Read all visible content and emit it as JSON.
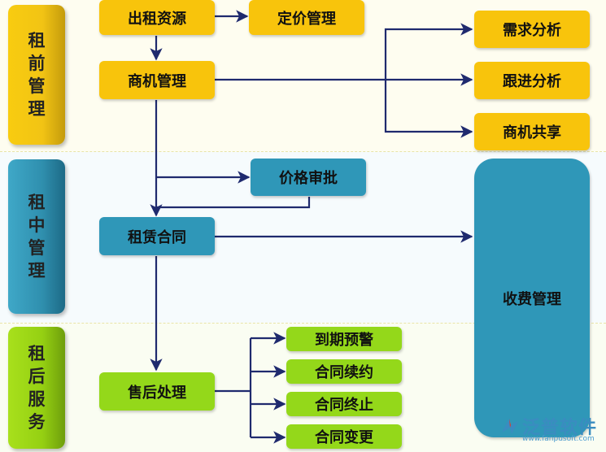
{
  "phases": {
    "pre": "租前管理",
    "mid": "租中管理",
    "post": "租后服务"
  },
  "nodes": {
    "rental_source": "出租资源",
    "pricing_mgmt": "定价管理",
    "opportunity_mgmt": "商机管理",
    "demand_analysis": "需求分析",
    "followup_analysis": "跟进分析",
    "opportunity_share": "商机共享",
    "price_approval": "价格审批",
    "lease_contract": "租赁合同",
    "fee_mgmt": "收费管理",
    "after_sales": "售后处理",
    "expiry_warning": "到期预警",
    "contract_renewal": "合同续约",
    "contract_termination": "合同终止",
    "contract_change": "合同变更"
  },
  "colors": {
    "pre_phase": "#f2c414",
    "mid_phase": "#2f8fae",
    "post_phase": "#95d012",
    "arrow": "#1f2a6e",
    "logo": "#3a8cc0"
  },
  "logo": {
    "name": "泛普软件",
    "url": "www.fanpusoft.com"
  }
}
